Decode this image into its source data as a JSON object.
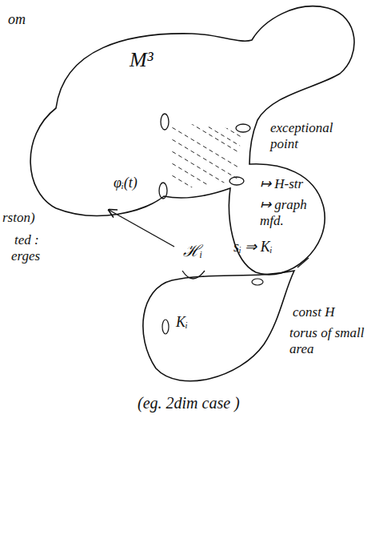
{
  "diagram": {
    "labels": [
      "om",
      "M³",
      "exceptional point",
      "↦ H-str",
      "↦ graph mfd.",
      "φᵢ(t)",
      "rston)",
      "ted :",
      "erges",
      "ℋᵢ",
      "sᵢ ⇒ Kᵢ",
      "Kᵢ",
      "const H",
      "torus of small area",
      "(eg. 2dim case )"
    ]
  }
}
